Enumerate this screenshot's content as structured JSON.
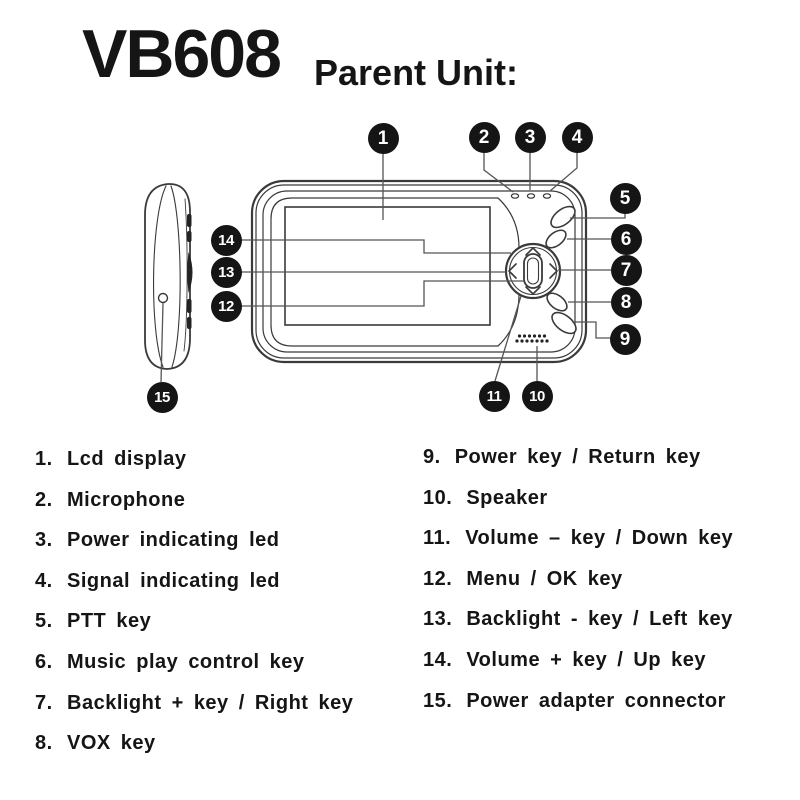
{
  "header": {
    "model": "VB608",
    "subtitle": "Parent Unit:"
  },
  "callouts": [
    "1",
    "2",
    "3",
    "4",
    "5",
    "6",
    "7",
    "8",
    "9",
    "10",
    "11",
    "12",
    "13",
    "14",
    "15"
  ],
  "legend": {
    "left": [
      {
        "num": "1.",
        "label": "Lcd display"
      },
      {
        "num": "2.",
        "label": "Microphone"
      },
      {
        "num": "3.",
        "label": "Power indicating led"
      },
      {
        "num": "4.",
        "label": "Signal indicating led"
      },
      {
        "num": "5.",
        "label": "PTT key"
      },
      {
        "num": "6.",
        "label": "Music play control key"
      },
      {
        "num": "7.",
        "label": "Backlight + key / Right key"
      },
      {
        "num": "8.",
        "label": "VOX key"
      }
    ],
    "right": [
      {
        "num": "9.",
        "label": "Power key / Return key"
      },
      {
        "num": "10.",
        "label": "Speaker"
      },
      {
        "num": "11.",
        "label": "Volume – key / Down key"
      },
      {
        "num": "12.",
        "label": "Menu / OK key"
      },
      {
        "num": "13.",
        "label": "Backlight - key / Left key"
      },
      {
        "num": "14.",
        "label": "Volume + key / Up key"
      },
      {
        "num": "15.",
        "label": "Power adapter connector"
      }
    ]
  },
  "diagram": {
    "line_color": "#3a3a3a",
    "leader_color": "#555555",
    "callout_bg": "#151515",
    "callout_text": "#ffffff",
    "parts": [
      "side-view",
      "front-view",
      "lcd-screen",
      "led-indicators",
      "dpad",
      "speaker-grille",
      "power-connector"
    ]
  }
}
